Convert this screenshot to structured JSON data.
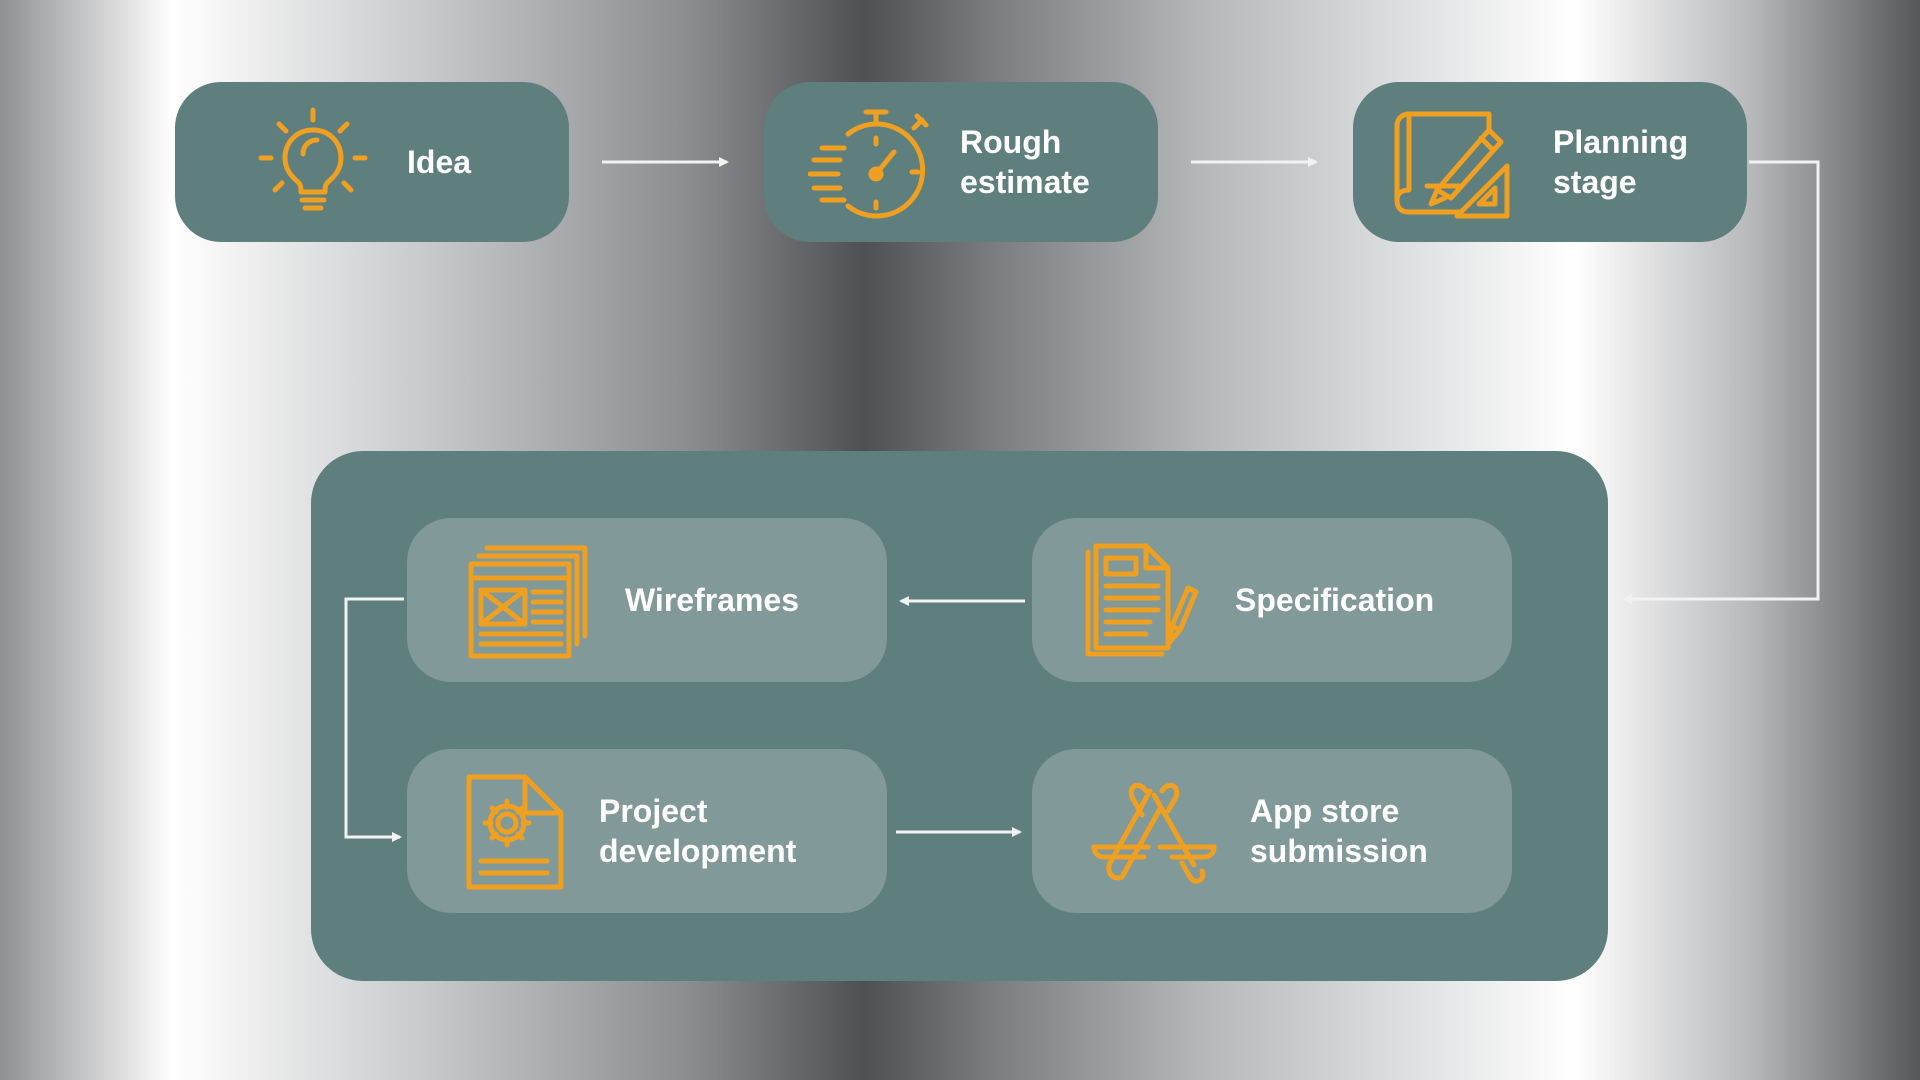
{
  "steps": {
    "idea": {
      "label": "Idea",
      "icon": "lightbulb-icon"
    },
    "rough_estimate": {
      "label": "Rough\nestimate",
      "icon": "stopwatch-icon"
    },
    "planning_stage": {
      "label": "Planning\nstage",
      "icon": "blueprint-icon"
    },
    "specification": {
      "label": "Specification",
      "icon": "document-pen-icon"
    },
    "wireframes": {
      "label": "Wireframes",
      "icon": "wireframe-icon"
    },
    "project_development": {
      "label": "Project\ndevelopment",
      "icon": "gear-document-icon"
    },
    "app_store_submission": {
      "label": "App store\nsubmission",
      "icon": "app-store-icon"
    }
  },
  "colors": {
    "node_dark": "#5e7f7d",
    "node_light": "#819998",
    "icon_accent": "#f0a020",
    "text": "#ffffff",
    "connector": "#f2f2f2"
  }
}
